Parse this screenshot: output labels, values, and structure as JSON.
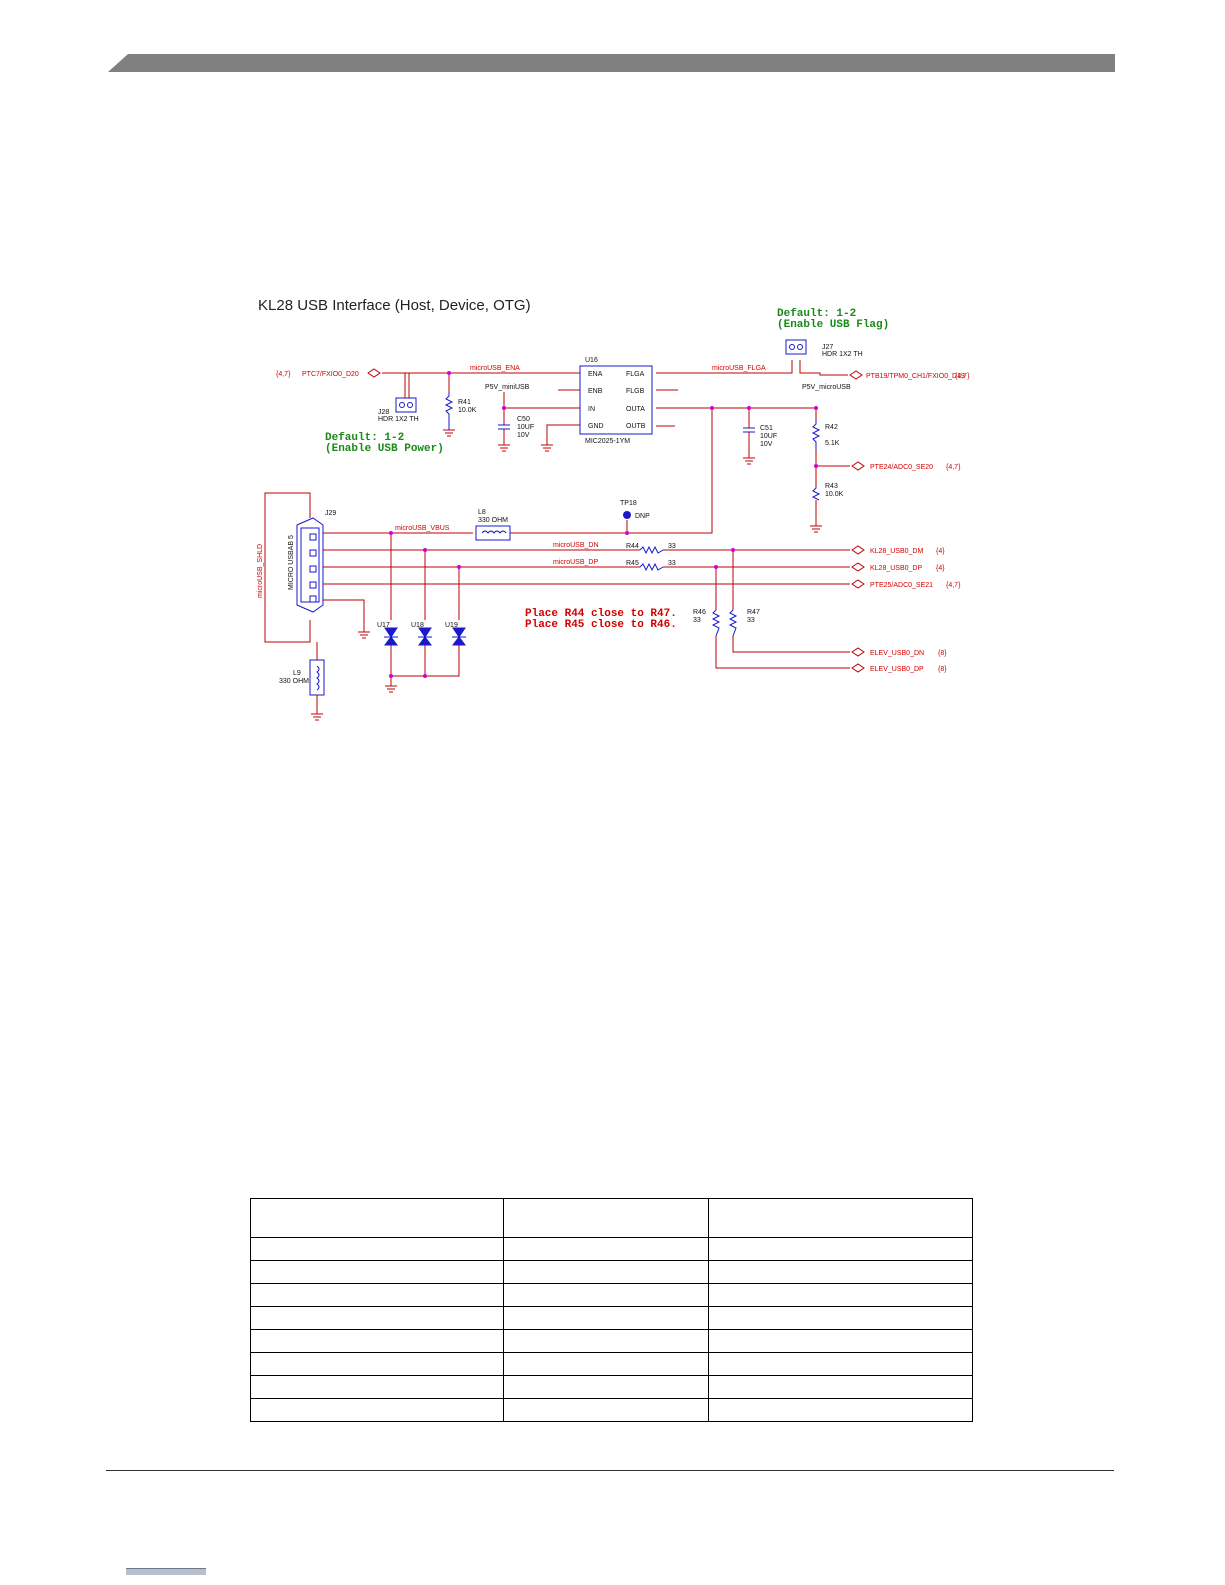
{
  "header": {
    "bar_color": "#808080"
  },
  "figure": {
    "title": "KL28 USB Interface (Host, Device, OTG)",
    "notes": {
      "flag_default_line1": "Default: 1-2",
      "flag_default_line2": "(Enable USB Flag)",
      "power_default_line1": "Default: 1-2",
      "power_default_line2": "(Enable USB Power)",
      "place_line1": "Place R44 close to R47.",
      "place_line2": "Place R45 close to R46."
    },
    "nets": {
      "ptc7_ref": "{4,7}",
      "ptc7": "PTC7/FXIO0_D20",
      "ena": "microUSB_ENA",
      "flga": "microUSB_FLGA",
      "ptb19": "PTB19/TPM0_CH1/FXIO0_D19",
      "ptb19_ref": "{4,7}",
      "p5v_mini": "P5V_miniUSB",
      "p5v_micro": "P5V_microUSB",
      "pte24": "PTE24/ADC0_SE20",
      "pte24_ref": "{4,7}",
      "shld": "microUSB_SHLD",
      "vbus": "microUSB_VBUS",
      "dn": "microUSB_DN",
      "dp": "microUSB_DP",
      "kl28_dm": "KL28_USB0_DM",
      "kl28_dm_ref": "{4}",
      "kl28_dp": "KL28_USB0_DP",
      "kl28_dp_ref": "{4}",
      "pte25": "PTE25/ADC0_SE21",
      "pte25_ref": "{4,7}",
      "elev_dn": "ELEV_USB0_DN",
      "elev_dn_ref": "{8}",
      "elev_dp": "ELEV_USB0_DP",
      "elev_dp_ref": "{8}"
    },
    "parts": {
      "j28": "J28",
      "j28_val": "HDR 1X2 TH",
      "j27": "J27",
      "j27_val": "HDR 1X2 TH",
      "r41": "R41",
      "r41_val": "10.0K",
      "c50": "C50",
      "c50_val": "10UF",
      "c50_v": "10V",
      "u16": "U16",
      "u16_val": "MIC2025-1YM",
      "u16_ena": "ENA",
      "u16_enb": "ENB",
      "u16_in": "IN",
      "u16_gnd": "GND",
      "u16_flga": "FLGA",
      "u16_flgb": "FLGB",
      "u16_outa": "OUTA",
      "u16_outb": "OUTB",
      "c51": "C51",
      "c51_val": "10UF",
      "c51_v": "10V",
      "r42": "R42",
      "r42_val": "5.1K",
      "r43": "R43",
      "r43_val": "10.0K",
      "j29": "J29",
      "j29_val": "MICRO USBAB 5",
      "l8": "L8",
      "l8_val": "330 OHM",
      "tp18": "TP18",
      "tp18_val": "DNP",
      "r44": "R44",
      "r44_val": "33",
      "r45": "R45",
      "r45_val": "33",
      "r46": "R46",
      "r46_val": "33",
      "r47": "R47",
      "r47_val": "33",
      "u17": "U17",
      "u18": "U18",
      "u19": "U19",
      "l9": "L9",
      "l9_val": "330 OHM"
    }
  },
  "table": {
    "rows": 9,
    "cols": 3
  }
}
